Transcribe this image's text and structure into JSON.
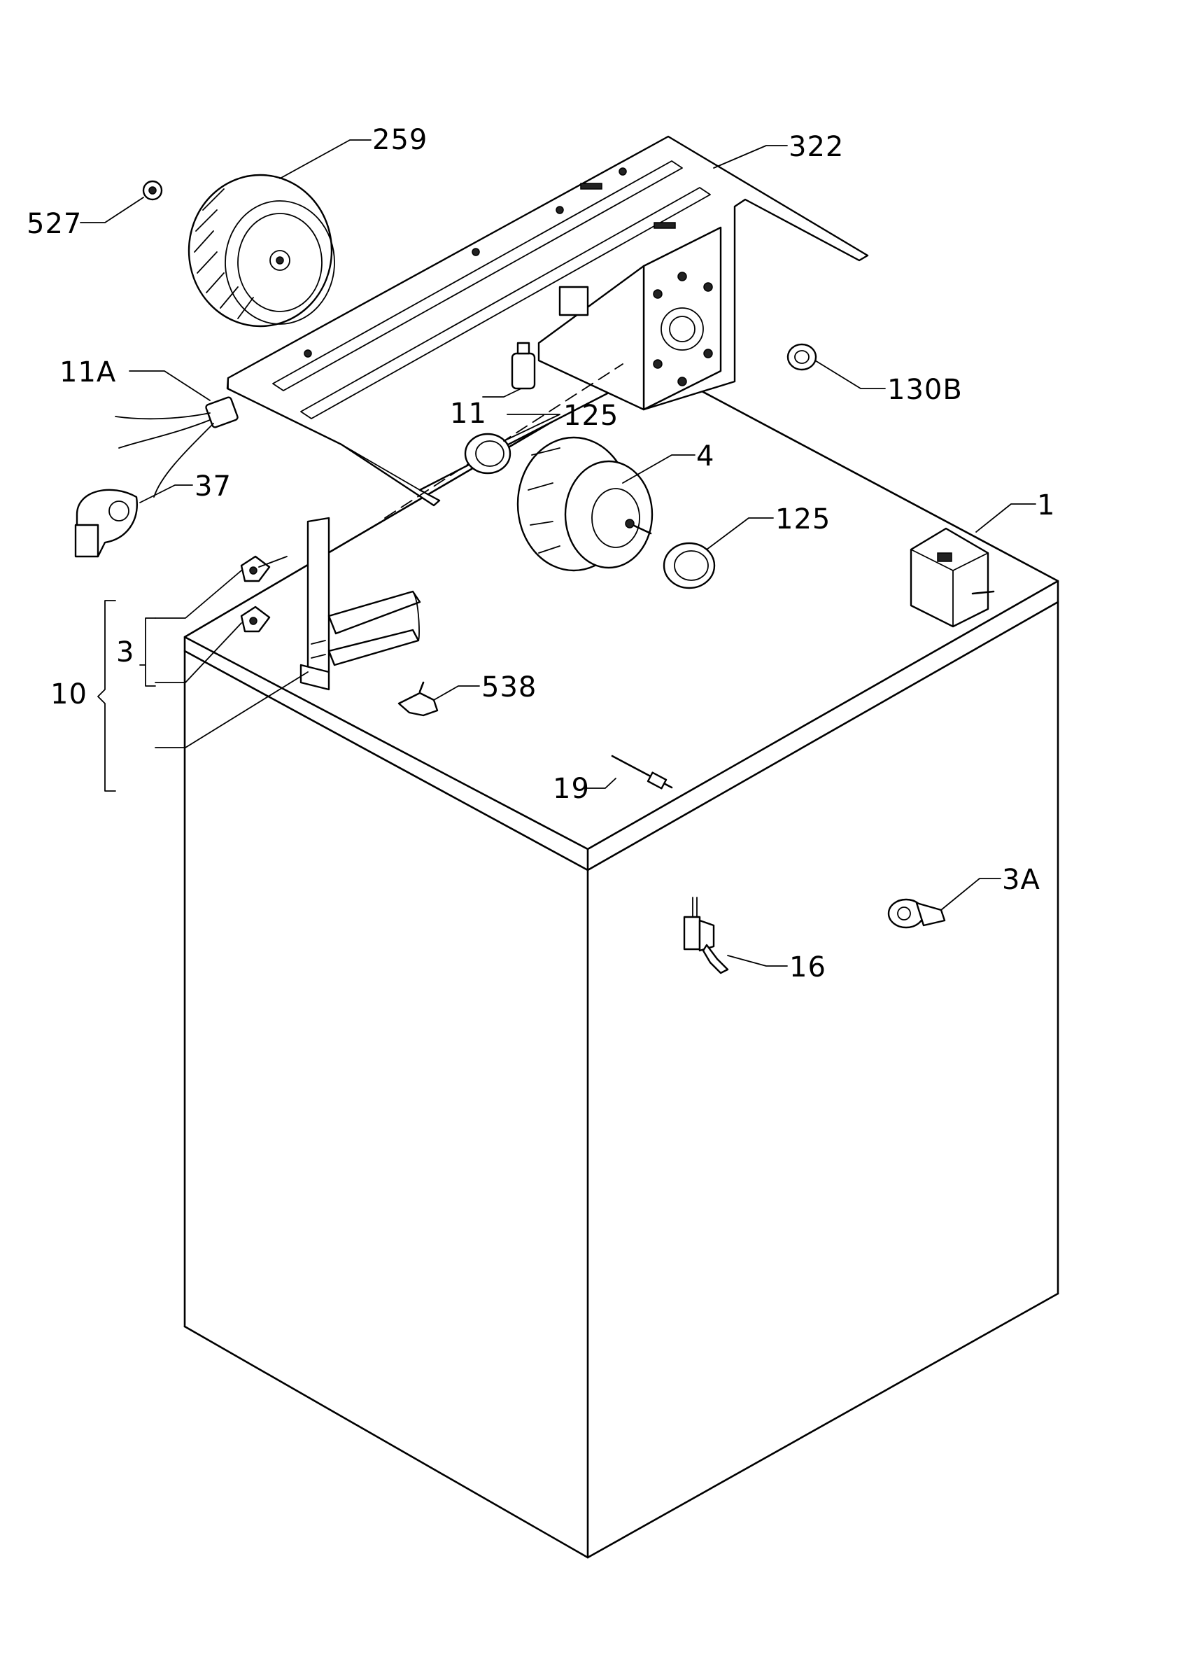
{
  "callouts": {
    "c259": "259",
    "c322": "322",
    "c527": "527",
    "c11a": "11A",
    "c130b": "130B",
    "c11": "11",
    "c125a": "125",
    "c4": "4",
    "c37": "37",
    "c125b": "125",
    "c1": "1",
    "c3": "3",
    "c10": "10",
    "c538": "538",
    "c19": "19",
    "c3a": "3A",
    "c16": "16"
  }
}
